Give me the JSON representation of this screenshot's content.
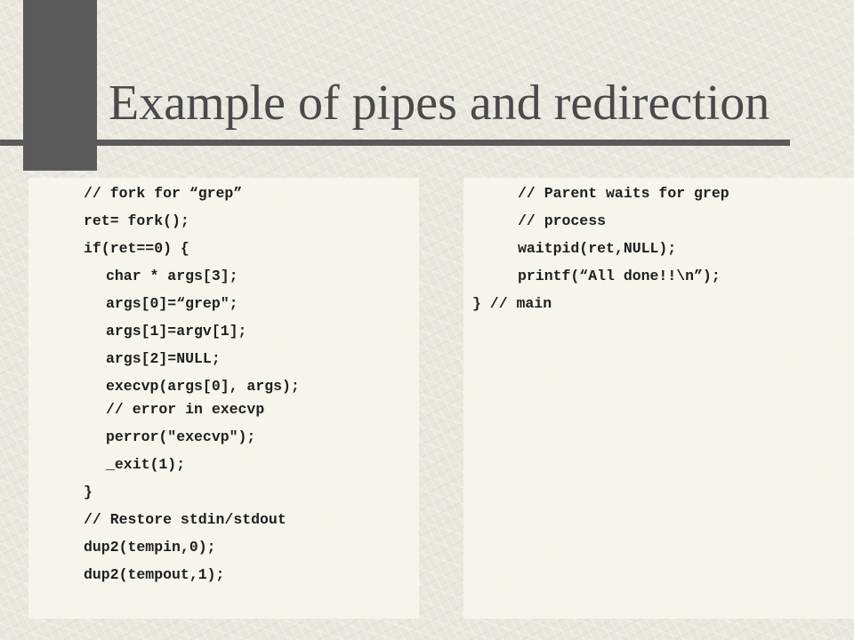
{
  "slide": {
    "title": "Example of pipes and redirection",
    "left_code": [
      "// fork for “grep”",
      "ret= fork();",
      "if(ret==0) {",
      "char * args[3];",
      "args[0]=“grep\";",
      "args[1]=argv[1];",
      "args[2]=NULL;",
      "execvp(args[0], args);",
      "// error in execvp",
      "perror(\"execvp\");",
      "_exit(1);",
      "}",
      "// Restore stdin/stdout",
      "dup2(tempin,0);",
      "dup2(tempout,1);"
    ],
    "right_code": [
      "// Parent waits for grep",
      "// process",
      "waitpid(ret,NULL);",
      "printf(“All done!!\\n”);",
      "} // main"
    ]
  }
}
